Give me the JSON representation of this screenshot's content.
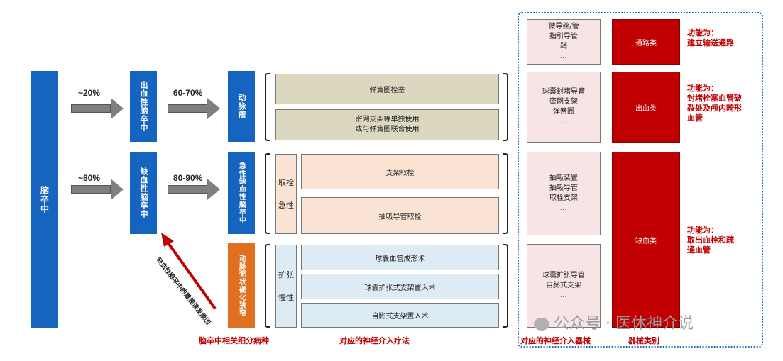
{
  "stroke": "脑卒中",
  "pct": {
    "hem": "~20%",
    "isch": "~80%",
    "aneurysm": "60-70%",
    "acute": "80-90%"
  },
  "types": {
    "hem": "出血性脑卒中",
    "isch": "缺血性脑卒中"
  },
  "diseases": {
    "aneurysm": "动脉瘤",
    "acute": "急性缺血性脑卒中",
    "athero": "动脉粥状硬化狭窄"
  },
  "red_arrow_label": "缺血性脑卒中的重要诱发原因",
  "therapies": {
    "t1": "弹簧圈栓塞",
    "t2": "密网支架等单独使用\n或与弹簧圈联合使用",
    "acute_label": "取栓\n\n急性",
    "t3": "支架取栓",
    "t4": "抽吸导管取栓",
    "chronic_label": "扩张\n\n慢性",
    "t5": "球囊血管成形术",
    "t6": "球囊扩张式支架置入术",
    "t7": "自膨式支架置入术"
  },
  "devices": {
    "d1": "微导丝/管\n指引导管\n鞘\n...",
    "d2": "球囊封堵导管\n密网支架\n弹簧圈\n...",
    "d3": "抽吸装置\n抽吸导管\n取栓支架\n...",
    "d4": "球囊扩张导管\n自膨式支架\n..."
  },
  "categories": {
    "c1": "通路类",
    "c2": "出血类",
    "c3": "缺血类"
  },
  "functions": {
    "f1": "功能为：\n建立输送通路",
    "f2": "功能为：\n封堵栓塞血管破\n裂处及颅内畸形\n血管",
    "f3": "功能为：\n取出血栓和疏\n通血管"
  },
  "captions": {
    "disease": "脑卒中相关细分病种",
    "therapy": "对应的神经介入疗法",
    "device": "对应的神经介入器械",
    "category": "器械类别"
  },
  "watermark": "公众号 · 医休神介说",
  "colors": {
    "blue": "#1565c0",
    "orange": "#e07020",
    "red": "#c00000"
  }
}
